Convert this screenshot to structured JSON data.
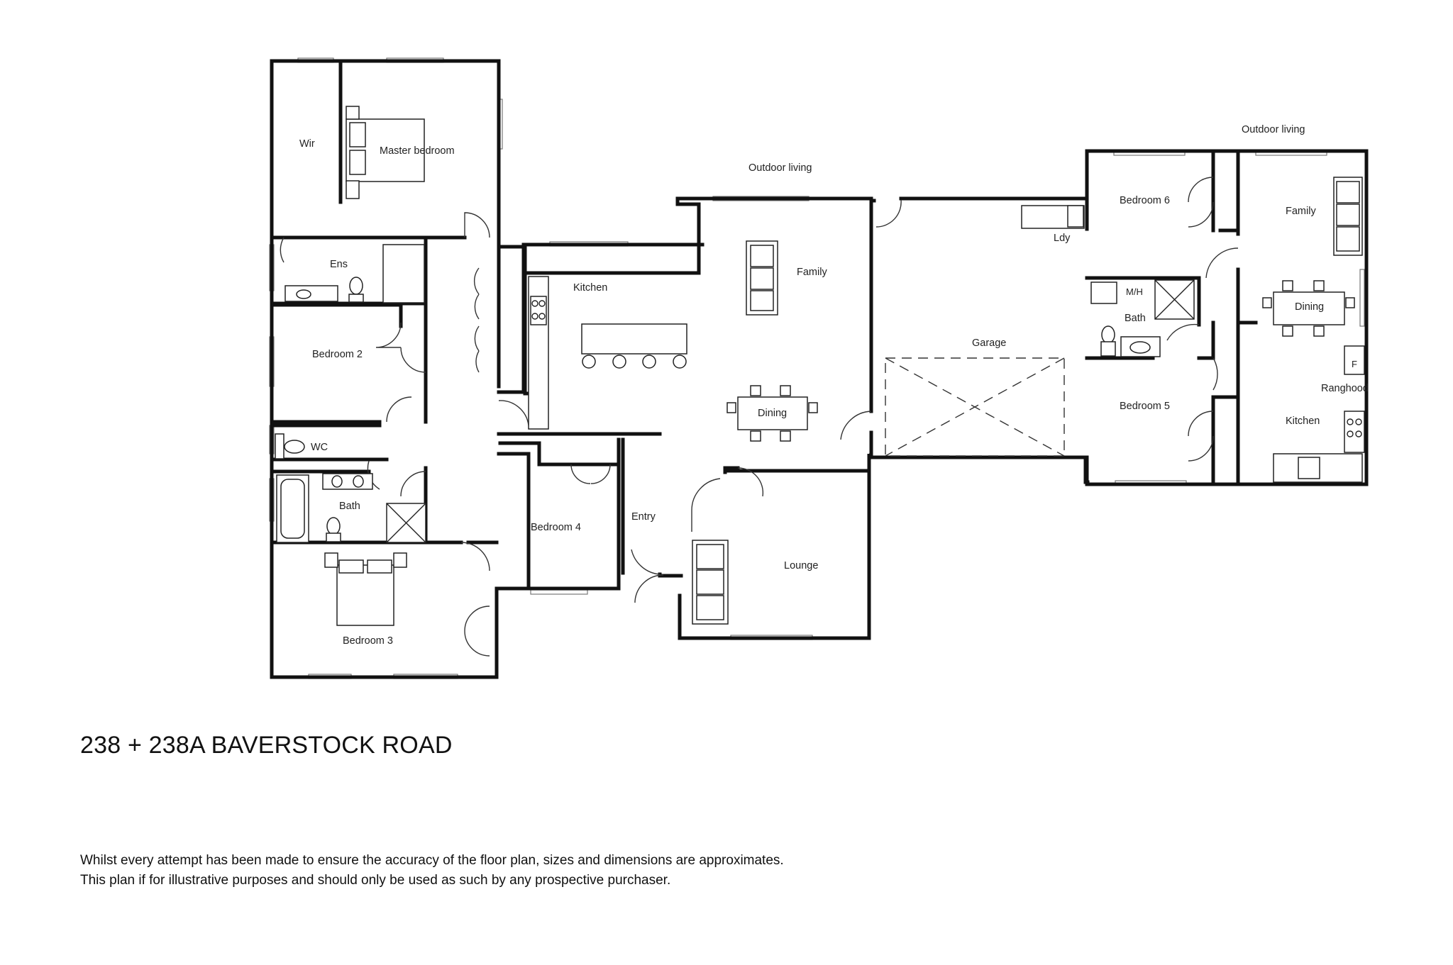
{
  "title": "238 + 238A BAVERSTOCK ROAD",
  "disclaimer": {
    "line1": "Whilst every attempt has been made to ensure the accuracy of the floor plan, sizes and dimensions are approximates.",
    "line2": "This plan if for illustrative purposes and should only be used as such by any prospective purchaser."
  },
  "rooms": {
    "wir": "Wir",
    "master_bedroom": "Master bedroom",
    "ens": "Ens",
    "bedroom2": "Bedroom 2",
    "wc": "WC",
    "bath_main": "Bath",
    "bedroom3": "Bedroom 3",
    "bedroom4": "Bedroom 4",
    "entry": "Entry",
    "kitchen_main": "Kitchen",
    "family_main": "Family",
    "dining_main": "Dining",
    "lounge": "Lounge",
    "outdoor_living_main": "Outdoor living",
    "garage": "Garage",
    "ldy": "Ldy",
    "bedroom6": "Bedroom 6",
    "mh": "M/H",
    "bath_unit": "Bath",
    "bedroom5": "Bedroom 5",
    "family_unit": "Family",
    "dining_unit": "Dining",
    "ranghood": "Ranghood",
    "fridge": "F",
    "kitchen_unit": "Kitchen",
    "outdoor_living_unit": "Outdoor living"
  }
}
